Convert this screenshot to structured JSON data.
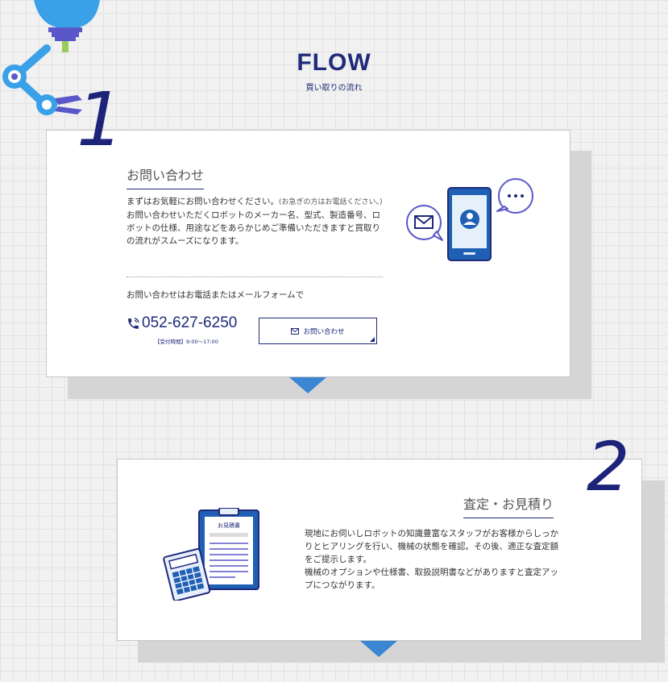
{
  "header": {
    "title": "FLOW",
    "subtitle": "買い取りの流れ"
  },
  "steps": [
    {
      "number": "1",
      "title": "お問い合わせ",
      "body_line1": "まずはお気軽にお問い合わせください。",
      "body_note": "(お急ぎの方はお電話ください。)",
      "body_rest": "お問い合わせいただくロボットのメーカー名、型式、製造番号、ロボットの仕様、用途などをあらかじめご準備いただきますと買取りの流れがスムーズになります。",
      "contact_lead": "お問い合わせはお電話またはメールフォームで",
      "phone": "052-627-6250",
      "hours": "【受付時間】9:00～17:00",
      "button_label": "お問い合わせ"
    },
    {
      "number": "2",
      "title": "査定・お見積り",
      "body_p1": "現地にお伺いしロボットの知識豊富なスタッフがお客様からしっかりとヒアリングを行い、機械の状態を確認。その後、適正な査定額をご提示します。",
      "body_p2": "機械のオプションや仕様書、取扱説明書などがありますと査定アップにつながります。",
      "doc_label": "お見積書"
    }
  ],
  "icons": {
    "robot_arm": "robot-arm-icon",
    "phone": "phone-icon",
    "mail": "mail-icon",
    "smartphone": "smartphone-contact-icon",
    "chat": "chat-bubble-icon",
    "clipboard": "clipboard-estimate-icon",
    "calculator": "calculator-icon"
  },
  "colors": {
    "navy": "#1f2a7a",
    "accent_blue": "#3a86d2",
    "arm_blue": "#3aa0e8",
    "arm_purple": "#5a57c8"
  }
}
